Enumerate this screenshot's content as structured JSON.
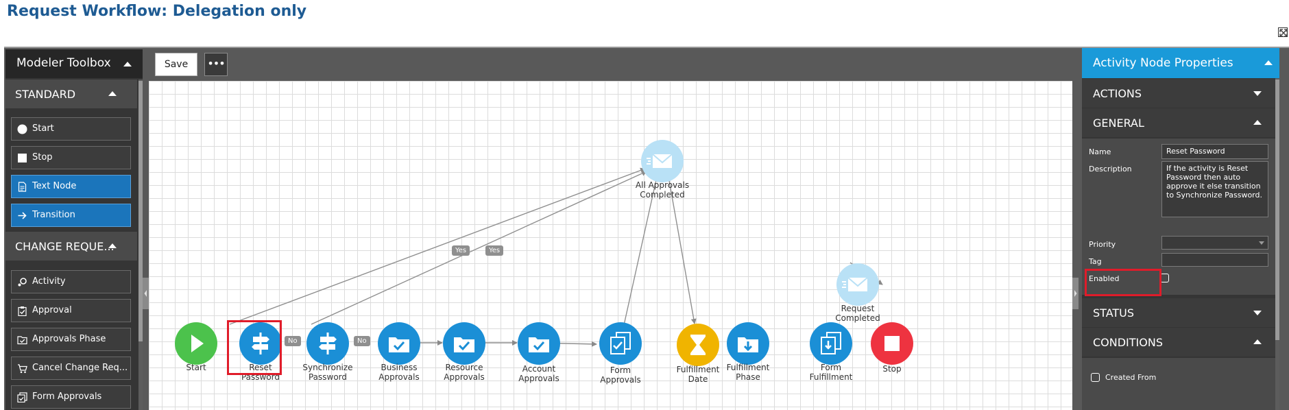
{
  "page": {
    "title": "Request Workflow: Delegation only"
  },
  "toolbox": {
    "title": "Modeler Toolbox",
    "sections": [
      {
        "title": "STANDARD",
        "items": [
          "Start",
          "Stop",
          "Text Node",
          "Transition"
        ]
      },
      {
        "title": "CHANGE REQUE...",
        "items": [
          "Activity",
          "Approval",
          "Approvals Phase",
          "Cancel Change Req...",
          "Form Approvals"
        ]
      }
    ]
  },
  "toolbar": {
    "save_label": "Save",
    "more_label": "•••"
  },
  "workflow": {
    "nodes": [
      {
        "label": "Start",
        "color": "#4cc24c",
        "icon": "play-icon"
      },
      {
        "label": "Reset\nPassword",
        "color": "#1b8fd6",
        "icon": "signpost-icon"
      },
      {
        "label": "Synchronize\nPassword",
        "color": "#1b8fd6",
        "icon": "signpost-icon"
      },
      {
        "label": "Business\nApprovals",
        "color": "#1b8fd6",
        "icon": "folder-check-icon"
      },
      {
        "label": "Resource\nApprovals",
        "color": "#1b8fd6",
        "icon": "folder-check-icon"
      },
      {
        "label": "Account\nApprovals",
        "color": "#1b8fd6",
        "icon": "folder-check-icon"
      },
      {
        "label": "Form\nApprovals",
        "color": "#1b8fd6",
        "icon": "documents-check-icon"
      },
      {
        "label": "Fulfillment\nDate",
        "color": "#f0b400",
        "icon": "hourglass-icon"
      },
      {
        "label": "Fulfillment\nPhase",
        "color": "#1b8fd6",
        "icon": "folder-download-icon"
      },
      {
        "label": "Form\nFulfillment",
        "color": "#1b8fd6",
        "icon": "documents-download-icon"
      },
      {
        "label": "Stop",
        "color": "#ee3340",
        "icon": "stop-icon"
      },
      {
        "label": "All Approvals\nCompleted",
        "color": "#b9e1f6",
        "icon": "email-icon"
      },
      {
        "label": "Request\nCompleted",
        "color": "#b9e1f6",
        "icon": "email-icon"
      }
    ],
    "edge_labels": {
      "no": "No",
      "yes": "Yes"
    }
  },
  "properties": {
    "title": "Activity Node Properties",
    "sections": [
      "ACTIONS",
      "GENERAL",
      "STATUS",
      "CONDITIONS"
    ],
    "general": {
      "name_label": "Name",
      "name_value": "Reset Password",
      "description_label": "Description",
      "description_value": "If the activity is Reset Password then auto approve it else transition to Synchronize Password.",
      "priority_label": "Priority",
      "priority_value": "",
      "tag_label": "Tag",
      "tag_value": "",
      "enabled_label": "Enabled",
      "enabled": false
    },
    "conditions": {
      "created_from_label": "Created From",
      "created_from": false
    }
  },
  "colors": {
    "title": "#1e5b93",
    "accent": "#1a9ad9",
    "active_tool": "#1b75bb",
    "highlight": "#e01c2a"
  }
}
